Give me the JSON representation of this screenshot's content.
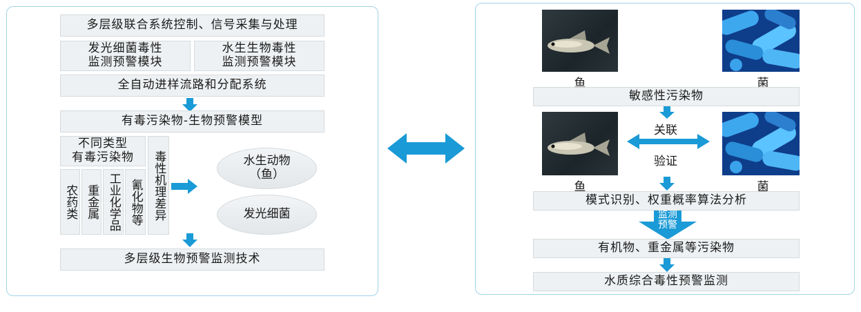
{
  "colors": {
    "accent": "#1a9ad6",
    "panel_border": "#9fd3ea",
    "box_fill": "#eef1f3"
  },
  "left": {
    "top": "多层级联合系统控制、信号采集与处理",
    "module_bacteria": "发光细菌毒性\n监测预警模块",
    "module_aquatic": "水生生物毒性\n监测预警模块",
    "sampling": "全自动进样流路和分配系统",
    "model": "有毒污染物-生物预警模型",
    "pollutant_types": "不同类型\n有毒污染物",
    "pesticide": "农药类",
    "heavy_metal": "重金属",
    "industrial": "工业化学品",
    "cyanide": "氰化物等",
    "mechanism": "毒性机理差异",
    "aquatic_animal": "水生动物\n（鱼）",
    "luminous_bacteria": "发光细菌",
    "bottom": "多层级生物预警监测技术"
  },
  "right": {
    "fish_caption_top": "鱼",
    "bacteria_caption_top": "菌",
    "sensitive": "敏感性污染物",
    "correlate": "关联",
    "verify": "验证",
    "fish_caption_mid": "鱼",
    "bacteria_caption_mid": "菌",
    "pattern": "模式识别、权重概率算法分析",
    "monitor_warn": "监测\n预警",
    "pollutants": "有机物、重金属等污染物",
    "water_quality": "水质综合毒性预警监测"
  }
}
